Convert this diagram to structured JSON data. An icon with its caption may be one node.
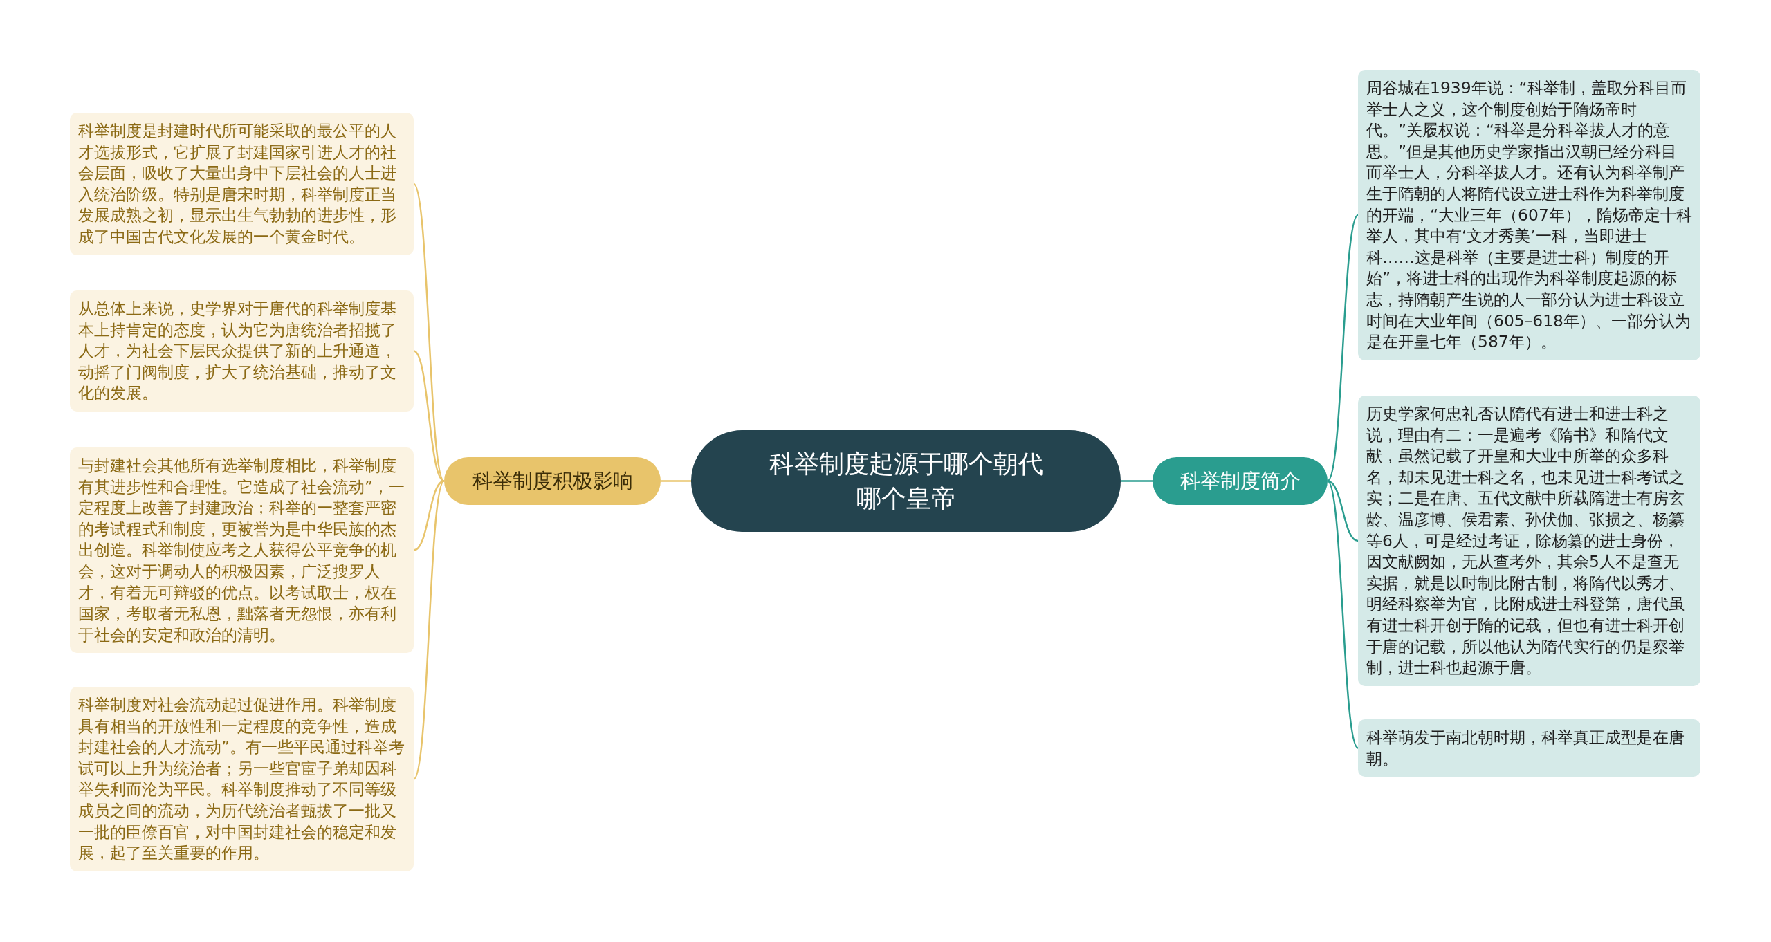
{
  "diagram": {
    "nodes": [
      {
        "text": [
          "科举制度起源于哪个朝代哪个皇帝"
        ]
      },
      {
        "text": [
          "科举制度积极影响"
        ]
      },
      {
        "text": [
          "科举制度是封建时代所可能采取的最公平的人才选拔形式，它扩展了封建国家引进人才的社会层面，吸收了大量出身中下层社会的人士进入统治阶级。特别是唐宋时期，科举制度正当发展成熟之初，显示出生气勃勃的进步性，形成了中国古代文化发展的一个黄金时代。"
        ]
      },
      {
        "text": [
          "从总体上来说，史学界对于唐代的科举制度基本上持肯定的态度，认为它为唐统治者招揽了人才，为社会下层民众提供了新的上升通道，动摇了门阀制度，扩大了统治基础，推动了文化的发展。"
        ]
      },
      {
        "text": [
          "与封建社会其他所有选举制度相比，科举制度有其进步性和合理性。它造成了社会流动”，一定程度上改善了封建政治；科举的一整套严密的考试程式和制度，更被誉为是中华民族的杰出创造。科举制使应考之人获得公平竞争的机会，这对于调动人的积极因素，广泛搜罗人才，有着无可辩驳的优点。以考试取士，权在国家，考取者无私恩，黜落者无怨恨，亦有利于社会的安定和政治的清明。"
        ]
      },
      {
        "text": [
          "科举制度对社会流动起过促进作用。科举制度具有相当的开放性和一定程度的竞争性，造成封建社会的人才流动”。有一些平民通过科举考试可以上升为统治者；另一些官宦子弟却因科举失利而沦为平民。科举制度推动了不同等级成员之间的流动，为历代统治者甄拔了一批又一批的臣僚百官，对中国封建社会的稳定和发展，起了至关重要的作用。"
        ]
      },
      {
        "text": [
          "科举制度简介"
        ]
      },
      {
        "text": [
          "周谷城在1939年说：“科举制，盖取分科目而举士人之义，这个制度创始于隋炀帝时代。”关履权说：“科举是分科举拔人才的意思。”但是其他历史学家指出汉朝已经分科目而举士人，分科举拔人才。还有认为科举制产生于隋朝的人将隋代设立进士科作为科举制度的开端，“大业三年（607年），隋炀帝定十科举人，其中有‘文才秀美’一科，当即进士科……这是科举（主要是进士科）制度的开始”，将进士科的出现作为科举制度起源的标志，持隋朝产生说的人一部分认为进士科设立时间在大业年间（605–618年）、一部分认为是在开皇七年（587年）。"
        ]
      },
      {
        "text": [
          "历史学家何忠礼否认隋代有进士和进士科之说，理由有二：一是遍考《隋书》和隋代文献，虽然记载了开皇和大业中所举的众多科名，却未见进士科之名，也未见进士科考试之实；二是在唐、五代文献中所载隋进士有房玄龄、温彦博、侯君素、孙伏伽、张损之、杨纂等6人，可是经过考证，除杨纂的进士身份，因文献阙如，无从查考外，其余5人不是查无实据，就是以时制比附古制，将隋代以秀才、明经科察举为官，比附成进士科登第，唐代虽有进士科开创于隋的记载，但也有进士科开创于唐的记载，所以他认为隋代实行的仍是察举制，进士科也起源于唐。"
        ]
      },
      {
        "text": [
          "科举萌发于南北朝时期，科举真正成型是在唐朝。"
        ]
      }
    ],
    "edges": [
      {
        "from": 0,
        "to": 1,
        "arrow": "none",
        "color": "#e8c46b"
      },
      {
        "from": 1,
        "to": 2,
        "arrow": "none",
        "color": "#e8c46b"
      },
      {
        "from": 1,
        "to": 3,
        "arrow": "none",
        "color": "#e8c46b"
      },
      {
        "from": 1,
        "to": 4,
        "arrow": "none",
        "color": "#e8c46b"
      },
      {
        "from": 1,
        "to": 5,
        "arrow": "none",
        "color": "#e8c46b"
      },
      {
        "from": 0,
        "to": 6,
        "arrow": "none",
        "color": "#2a9d8f"
      },
      {
        "from": 6,
        "to": 7,
        "arrow": "none",
        "color": "#2a9d8f"
      },
      {
        "from": 6,
        "to": 8,
        "arrow": "none",
        "color": "#2a9d8f"
      },
      {
        "from": 6,
        "to": 9,
        "arrow": "none",
        "color": "#2a9d8f"
      }
    ]
  }
}
